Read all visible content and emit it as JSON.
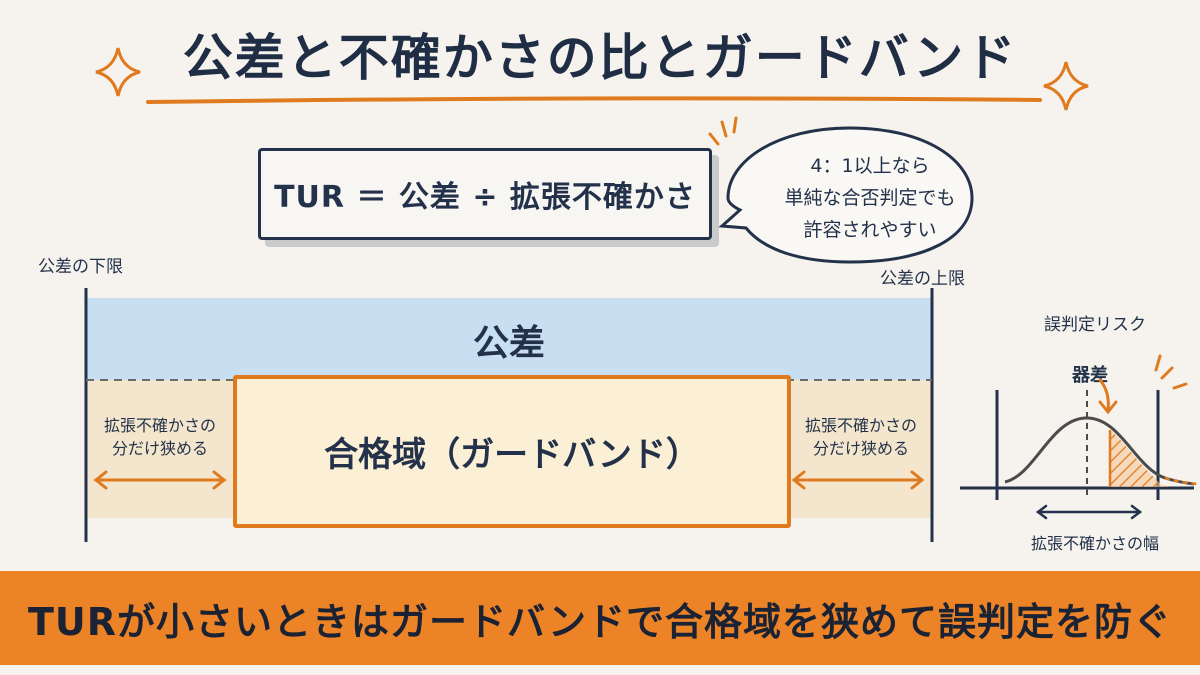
{
  "title": "公差と不確かさの比とガードバンド",
  "formula": "TUR ＝ 公差 ÷ 拡張不確かさ",
  "bubble_lines": [
    "4：1以上なら",
    "単純な合否判定でも",
    "許容されやすい"
  ],
  "lower_limit_label": "公差の下限",
  "upper_limit_label": "公差の上限",
  "tolerance_label": "公差",
  "acceptance_label": "合格域（ガードバンド）",
  "narrow_left_lines": [
    "拡張不確かさの",
    "分だけ狭める"
  ],
  "narrow_right_lines": [
    "拡張不確かさの",
    "分だけ狭める"
  ],
  "risk": {
    "title": "誤判定リスク",
    "bias_label": "器差",
    "width_label": "拡張不確かさの幅"
  },
  "banner": "TURが小さいときはガードバンドで合格域を狭めて誤判定を防ぐ",
  "colors": {
    "ink": "#23324a",
    "accent": "#e07a1e",
    "tolerance_fill": "#c7dff1",
    "band_fill": "#f3e6cd",
    "banner": "#ec8427"
  }
}
